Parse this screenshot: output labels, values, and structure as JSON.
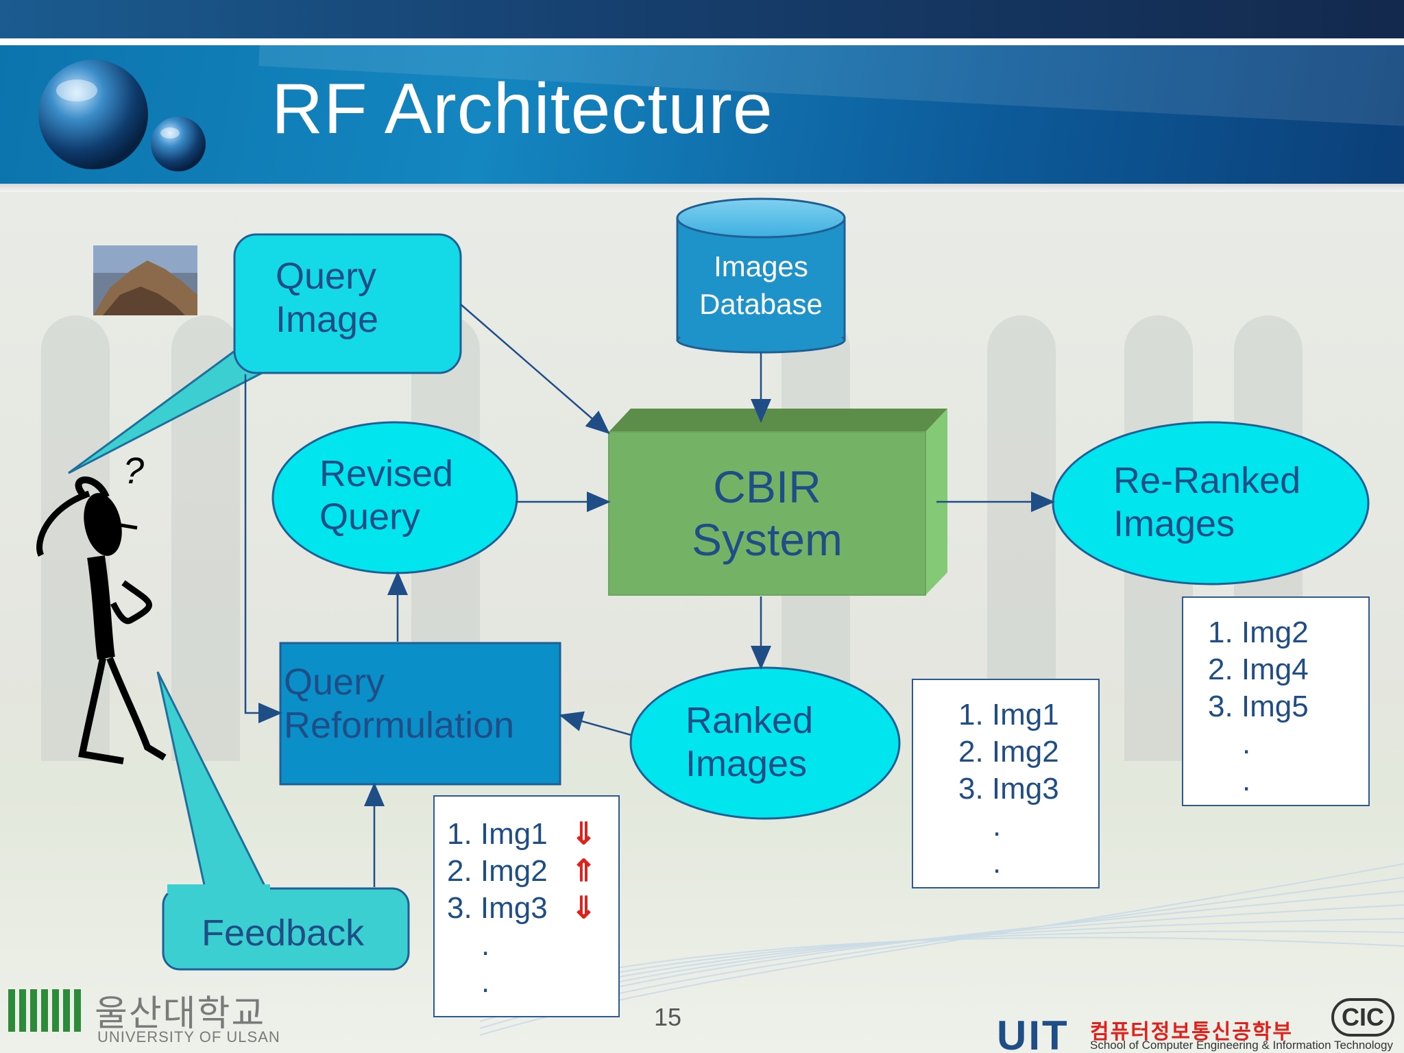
{
  "slide": {
    "title": "RF Architecture",
    "page_number": "15"
  },
  "diagram": {
    "query_image": "Query\nImage",
    "images_database": "Images\nDatabase",
    "cbir_system": "CBIR\nSystem",
    "revised_query": "Revised\nQuery",
    "re_ranked_images": "Re-Ranked\nImages",
    "query_reformulation": "Query\nReformulation",
    "ranked_images": "Ranked\nImages",
    "feedback": "Feedback",
    "feedback_list": [
      "1. Img1",
      "2. Img2",
      "3. Img3",
      ".",
      "."
    ],
    "feedback_marks": [
      "⇓",
      "⇑",
      "⇓"
    ],
    "ranked_list": [
      "1. Img1",
      "2. Img2",
      "3. Img3",
      ".",
      "."
    ],
    "reranked_list": [
      "1. Img2",
      "2. Img4",
      "3. Img5",
      ".",
      "."
    ],
    "thinker_mark": "?"
  },
  "footer": {
    "university_kr": "울산대학교",
    "university_en": "UNIVERSITY OF ULSAN",
    "uit": "UIT",
    "department_kr": "컴퓨터정보통신공학부",
    "department_en": "School of Computer Engineering & Information Technology",
    "cic": "CIC"
  },
  "colors": {
    "node_cyan": "#00e5ee",
    "callout_teal": "#3ccfd2",
    "cbir_green": "#74b266",
    "reformulation_blue": "#0a8fc9",
    "database_blue": "#1e93c9",
    "label_navy": "#1f4e86",
    "arrow_red": "#e0201b"
  }
}
